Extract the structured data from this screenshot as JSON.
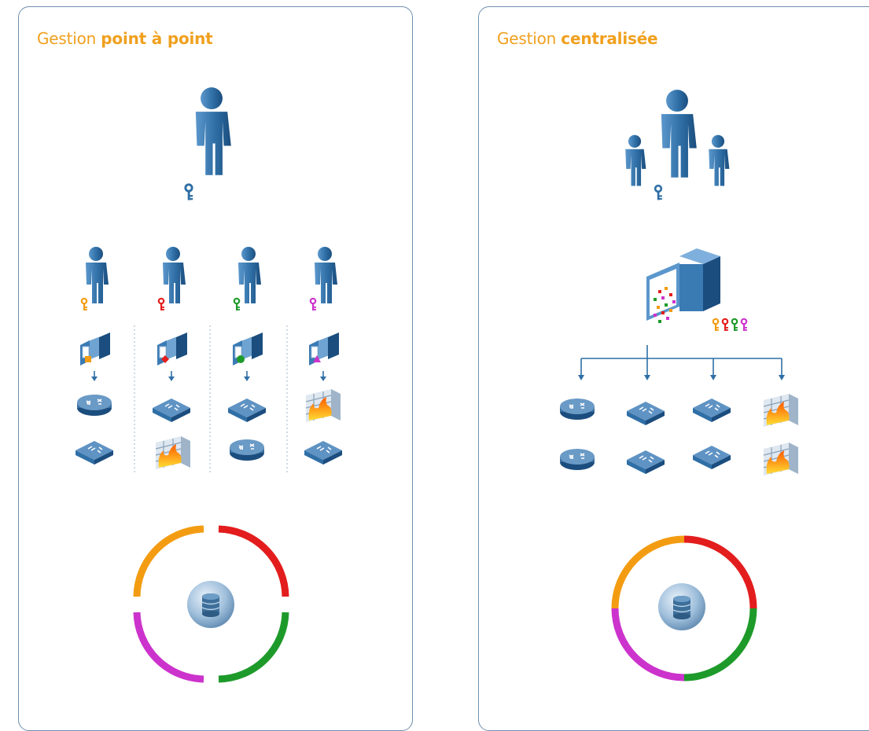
{
  "left_panel": {
    "title_prefix": "Gestion ",
    "title_emphasis": "point à point"
  },
  "right_panel": {
    "title_prefix": "Gestion ",
    "title_emphasis": "centralisée"
  },
  "colors": {
    "title": "#f0a01e",
    "icon_blue": "#2f6fa6",
    "icon_dark": "#1b4d7e",
    "orange": "#f39c12",
    "red": "#e31d1d",
    "green": "#1e9a2a",
    "magenta": "#cc33cc",
    "panel_border": "#6f8fae"
  }
}
